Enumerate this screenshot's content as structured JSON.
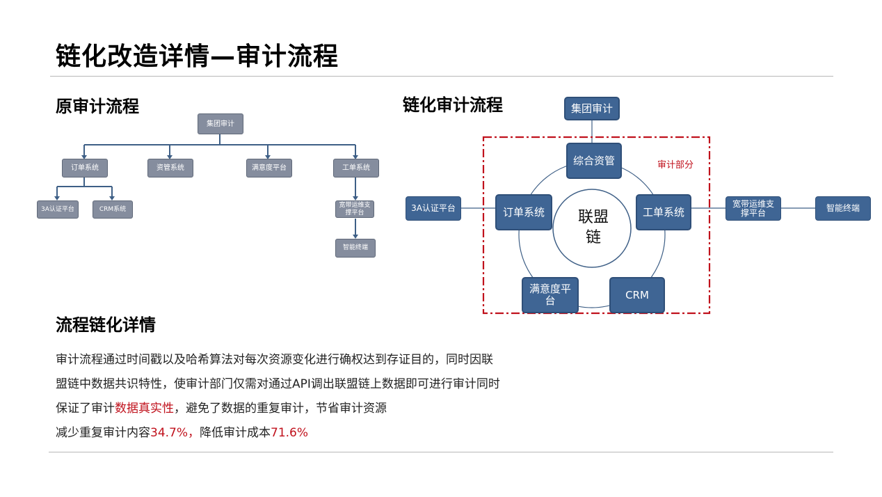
{
  "title": "链化改造详情—审计流程",
  "original": {
    "heading": "原审计流程",
    "top": "集团审计",
    "row1": [
      "订单系统",
      "资管系统",
      "满意度平台",
      "工单系统"
    ],
    "row2": [
      "3A认证平台",
      "CRM系统"
    ],
    "broadband": "宽带运维支撑平台",
    "terminal": "智能终端"
  },
  "chained": {
    "heading": "链化审计流程",
    "top": "集团审计",
    "center": "联盟链",
    "ring": [
      "综合资管",
      "工单系统",
      "CRM",
      "满意度平台",
      "订单系统"
    ],
    "audit_label": "审计部分",
    "left_ext": "3A认证平台",
    "right_ext1": "宽带运维支撑平台",
    "right_ext2": "智能终端"
  },
  "detail": {
    "heading": "流程链化详情",
    "line1": "审计流程通过时间戳以及哈希算法对每次资源变化进行确权达到存证目的，同时因联",
    "line2": "盟链中数据共识特性，使审计部门仅需对通过API调出联盟链上数据即可进行审计同时",
    "line3_a": "保证了审计",
    "line3_b": "数据真实性",
    "line3_c": "，避免了数据的重复审计，节省审计资源",
    "line4_a": "减少重复审计内容",
    "line4_b": "34.7%，",
    "line4_c": "降低审计成本",
    "line4_d": "71.6%"
  },
  "colors": {
    "accent_red": "#c0111c",
    "node_blue": "#3f6594",
    "node_grey": "#858d9e"
  }
}
